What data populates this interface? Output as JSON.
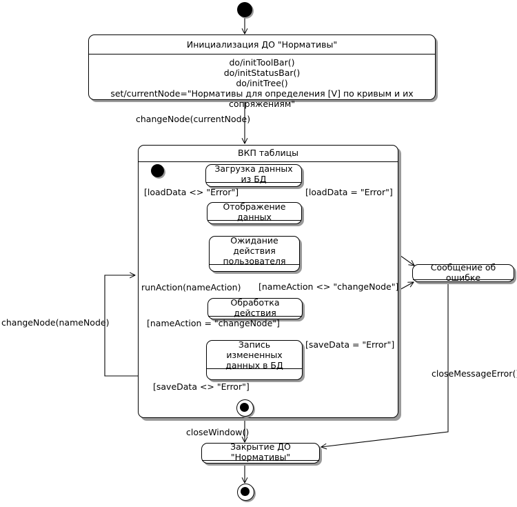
{
  "diagram": {
    "kind": "uml-state-machine-diagram",
    "language": "ru"
  },
  "states": {
    "init_do": {
      "title": "Инициализация ДО \"Нормативы\"",
      "actions": [
        "do/initToolBar()",
        "do/initStatusBar()",
        "do/initTree()",
        "set/currentNode=\"Нормативы для определения [V] по кривым и их сопряжениям\""
      ]
    },
    "composite": {
      "title": "ВКП таблицы"
    },
    "load_data": {
      "title": "Загрузка данных из БД"
    },
    "show_data": {
      "title": "Отображение данных"
    },
    "wait_action": {
      "title_line1": "Ожидание действия",
      "title_line2": "пользователя"
    },
    "process_action": {
      "title": "Обработка действия"
    },
    "save_data": {
      "title_line1": "Запись измененных",
      "title_line2": "данных в БД"
    },
    "error_message": {
      "title": "Сообщение об ошибке"
    },
    "close_do": {
      "title": "Закрытие ДО \"Нормативы\""
    }
  },
  "transitions": {
    "change_node_current": "changeNode(currentNode)",
    "load_ok": "[loadData <> \"Error\"]",
    "load_error": "[loadData = \"Error\"]",
    "run_action": "runAction(nameAction)",
    "name_action_ne": "[nameAction <> \"changeNode\"]",
    "name_action_eq": "[nameAction = \"changeNode\"]",
    "save_error": "[saveData = \"Error\"]",
    "save_ok": "[saveData <> \"Error\"]",
    "change_node_name": "changeNode(nameNode)",
    "close_window": "closeWindow()",
    "close_message_error": "closeMessageError()"
  },
  "pseudostates": {
    "initial_top": "initial-node",
    "initial_inner": "initial-node",
    "final_inner": "final-node",
    "final_bottom": "final-node"
  },
  "colors": {
    "stroke": "#000000",
    "fill": "#ffffff",
    "shadow": "#9a9a9a"
  }
}
